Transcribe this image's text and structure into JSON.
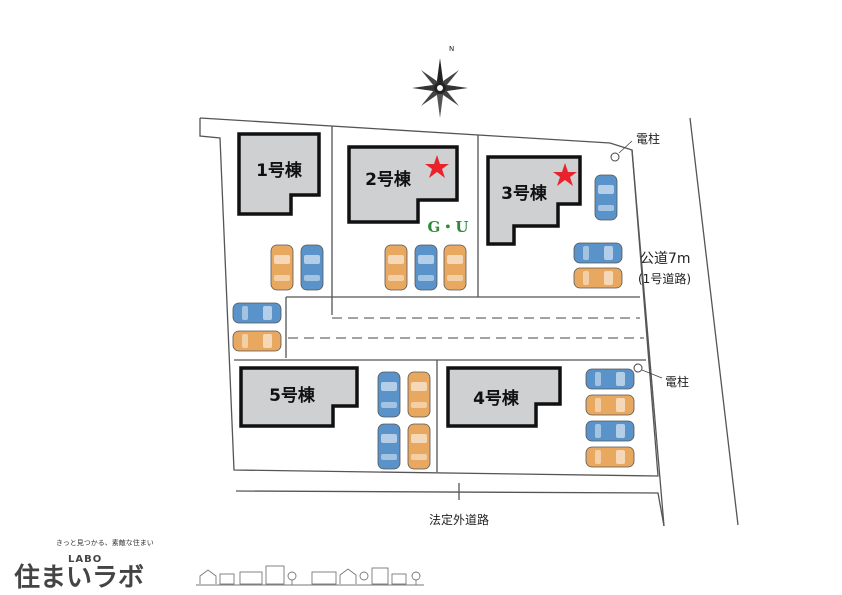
{
  "compass": {
    "north_label": "N"
  },
  "buildings": [
    {
      "id": "b1",
      "label": "1号棟",
      "star": false
    },
    {
      "id": "b2",
      "label": "2号棟",
      "star": true
    },
    {
      "id": "b3",
      "label": "3号棟",
      "star": true
    },
    {
      "id": "b4",
      "label": "4号棟",
      "star": false
    },
    {
      "id": "b5",
      "label": "5号棟",
      "star": false
    }
  ],
  "gu_label": "G・U",
  "utility_pole_label": "電柱",
  "roads": {
    "public_road": "公道7m",
    "public_road_sub": "(1号道路)",
    "statutory_road": "法定外道路"
  },
  "colors": {
    "building_fill": "#cfd0d2",
    "star": "#e8232b",
    "car_blue": "#5a93c9",
    "car_orange": "#e8a860",
    "gu_text": "#2e8b3a"
  },
  "logo": {
    "tagline": "きっと見つかる、素敵な住まい",
    "labo": "LABO",
    "name": "住まいラボ"
  }
}
